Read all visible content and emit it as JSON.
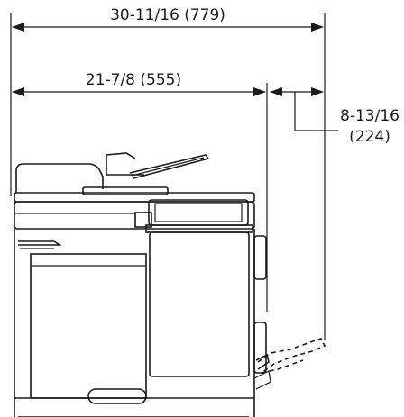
{
  "dimensions": {
    "overall_width": {
      "label": "30-11/16 (779)"
    },
    "body_width": {
      "label": "21-7/8 (555)"
    },
    "finisher_tray": {
      "line1": "8-13/16",
      "line2": "(224)"
    }
  }
}
